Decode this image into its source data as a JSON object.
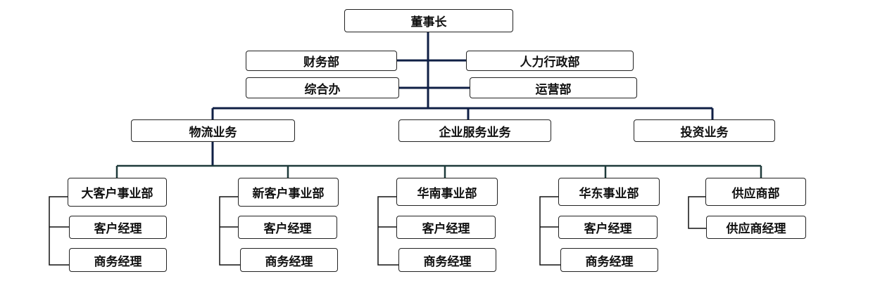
{
  "chairman": "董事长",
  "staff": {
    "finance": "财务部",
    "hr_admin": "人力行政部",
    "general_office": "综合办",
    "operations": "运营部"
  },
  "business_lines": {
    "logistics": "物流业务",
    "enterprise_services": "企业服务业务",
    "investment": "投资业务"
  },
  "divisions": {
    "key_accounts": {
      "name": "大客户事业部",
      "roles": [
        "客户经理",
        "商务经理"
      ]
    },
    "new_accounts": {
      "name": "新客户事业部",
      "roles": [
        "客户经理",
        "商务经理"
      ]
    },
    "south_china": {
      "name": "华南事业部",
      "roles": [
        "客户经理",
        "商务经理"
      ]
    },
    "east_china": {
      "name": "华东事业部",
      "roles": [
        "客户经理",
        "商务经理"
      ]
    },
    "supplier": {
      "name": "供应商部",
      "roles": [
        "供应商经理"
      ]
    }
  },
  "colors": {
    "trunk": "#0f1f45",
    "branch": "#1e3a3a",
    "box_border": "#222222"
  }
}
